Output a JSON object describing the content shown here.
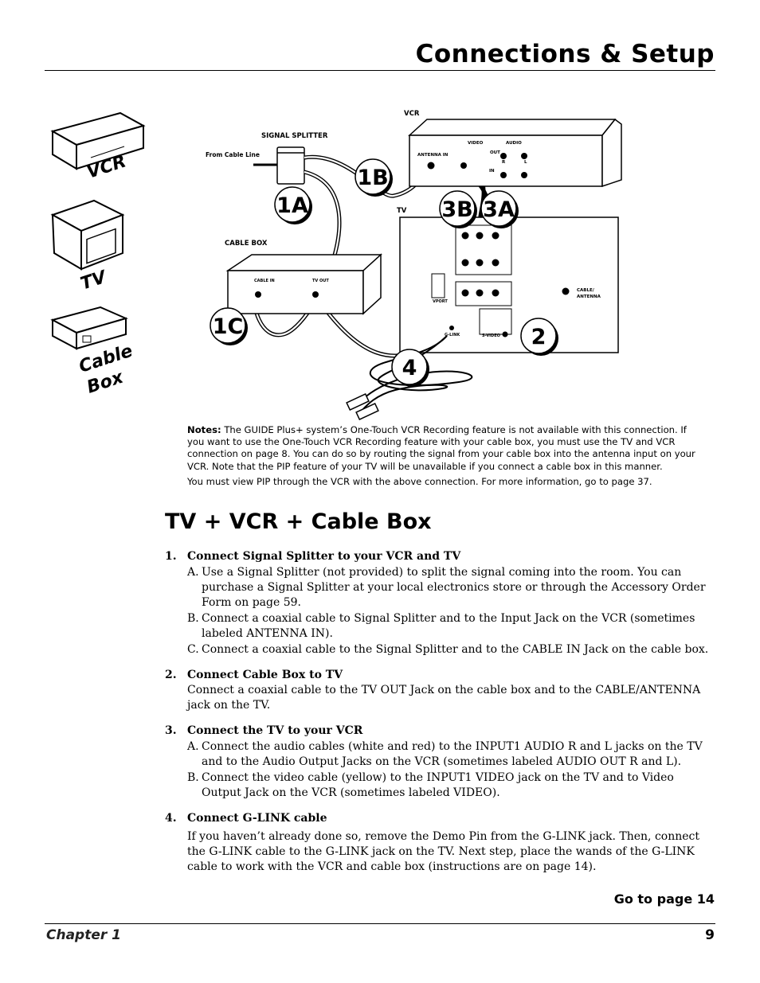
{
  "header": {
    "title": "Connections & Setup"
  },
  "diagram": {
    "side_labels": {
      "vcr": "VCR",
      "tv": "TV",
      "cable": "Cable",
      "box": "Box"
    },
    "labels": {
      "signal_splitter": "SIGNAL SPLITTER",
      "from_cable_line": "From Cable Line",
      "cable_box": "CABLE BOX",
      "cable_in": "CABLE IN",
      "tv_out": "TV OUT",
      "vcr": "VCR",
      "antenna_in": "ANTENNA IN",
      "video": "VIDEO",
      "audio": "AUDIO",
      "out": "OUT",
      "in": "IN",
      "r": "R",
      "l": "L",
      "tv": "TV",
      "vport": "VPORT",
      "g_link": "G-LINK",
      "s_video": "S-VIDEO",
      "cable_antenna_1": "CABLE/",
      "cable_antenna_2": "ANTENNA"
    },
    "callouts": {
      "c1a": "1A",
      "c1b": "1B",
      "c1c": "1C",
      "c2": "2",
      "c3a": "3A",
      "c3b": "3B",
      "c4": "4"
    }
  },
  "notes": {
    "label": "Notes:",
    "text1": "The GUIDE Plus+ system’s One-Touch VCR Recording feature is not available with this connection. If you want to use the One-Touch VCR Recording feature with your cable box, you  must use the TV and VCR connection on page 8. You can do so by routing the signal from your cable box into the antenna input on your VCR. Note that the PIP feature of your TV will be unavailable if you connect a cable box in this manner.",
    "text2": "You must view PIP through the VCR with the above connection. For more information, go to page 37."
  },
  "section_title": "TV + VCR + Cable Box",
  "steps": [
    {
      "num": "1.",
      "title": "Connect Signal Splitter to your VCR and TV",
      "subs": [
        {
          "letter": "A.",
          "text": "Use a Signal Splitter (not provided) to split the signal coming into the room. You can purchase a Signal Splitter at your local electronics store or through the Accessory Order Form on page 59."
        },
        {
          "letter": "B.",
          "text": "Connect a coaxial cable to Signal Splitter and to the Input Jack on the VCR (sometimes labeled ANTENNA IN)."
        },
        {
          "letter": "C.",
          "text": "Connect a coaxial cable to the Signal Splitter and to the CABLE IN Jack on the cable box."
        }
      ]
    },
    {
      "num": "2.",
      "title": "Connect Cable Box to TV",
      "text": "Connect a coaxial cable to the TV OUT Jack on the cable box and to the CABLE/ANTENNA jack on the TV."
    },
    {
      "num": "3.",
      "title": " Connect the TV to your VCR",
      "subs": [
        {
          "letter": "A.",
          "text": "Connect the audio cables (white and red) to the INPUT1 AUDIO R and L jacks on the TV and to the Audio Output Jacks on the VCR (sometimes labeled AUDIO OUT R and L)."
        },
        {
          "letter": "B.",
          "text": "Connect the video cable (yellow) to the INPUT1 VIDEO jack on the TV and to Video Output Jack on the VCR (sometimes labeled VIDEO)."
        }
      ]
    },
    {
      "num": "4.",
      "title": "Connect G-LINK cable",
      "text": "If you haven’t already done so, remove the Demo Pin from the G-LINK jack. Then, connect the G-LINK cable to the G-LINK jack on the TV. Next step, place the wands of the G-LINK cable to work with the VCR and cable box (instructions are on page 14)."
    }
  ],
  "goto": "Go to page 14",
  "footer": {
    "chapter": "Chapter 1",
    "page": "9"
  }
}
